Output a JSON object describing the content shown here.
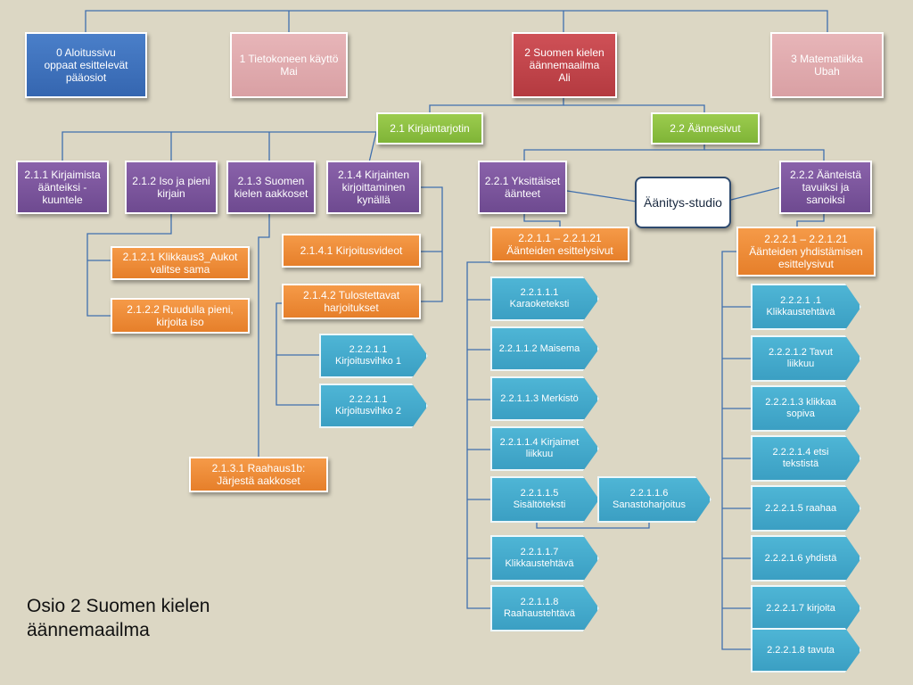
{
  "caption": {
    "line1": "Osio 2 Suomen kielen",
    "line2": "äännemaailma"
  },
  "top": {
    "n0": {
      "id": "0 Aloitussivu",
      "text": "oppaat esittelevät pääosiot"
    },
    "n1": {
      "id": "1 Tietokoneen käyttö",
      "text": "Mai"
    },
    "n2": {
      "id": "2  Suomen kielen äännemaailma",
      "text": "Ali"
    },
    "n3": {
      "id": "3 Matematiikka",
      "text": "Ubah"
    }
  },
  "level2": {
    "n21": "2.1 Kirjaintarjotin",
    "n22": "2.2 Äännesivut"
  },
  "level3": {
    "n211": "2.1.1 Kirjaimista äänteiksi - kuuntele",
    "n212": "2.1.2 Iso ja pieni kirjain",
    "n213": "2.1.3 Suomen kielen aakkoset",
    "n214": "2.1.4 Kirjainten kirjoittaminen kynällä",
    "n221": "2.2.1 Yksittäiset äänteet",
    "n222": "2.2.2 Äänteistä tavuiksi ja sanoiksi"
  },
  "studio": "Äänitys-studio",
  "orange": {
    "n2121": "2.1.2.1 Klikkaus3_Aukot valitse sama",
    "n2122": "2.1.2.2 Ruudulla pieni, kirjoita iso",
    "n2141": "2.1.4.1 Kirjoitusvideot",
    "n2142": "2.1.4.2 Tulostettavat harjoitukset",
    "n2131": "2.1.3.1 Raahaus1b: Järjestä aakkoset",
    "n2211": "2.2.1.1 – 2.2.1.21 Äänteiden esittelysivut",
    "n2221": "2.2.2.1 – 2.2.1.21 Äänteiden yhdistämisen esittelysivut"
  },
  "blue_left": {
    "a1": {
      "id": "2.2.2.1.1",
      "text": "Kirjoitusvihko 1"
    },
    "a2": {
      "id": "2.2.2.1.1",
      "text": "Kirjoitusvihko 2"
    }
  },
  "blue_mid": {
    "b1": {
      "id": "2.2.1.1.1",
      "text": "Karaoketeksti"
    },
    "b2": {
      "id": "2.2.1.1.2 Maisema",
      "text": ""
    },
    "b3": {
      "id": "2.2.1.1.3 Merkistö",
      "text": ""
    },
    "b4": {
      "id": "2.2.1.1.4 Kirjaimet",
      "text": "liikkuu"
    },
    "b5": {
      "id": "2.2.1.1.5",
      "text": "Sisältöteksti"
    },
    "b6": {
      "id": "2.2.1.1.6",
      "text": "Sanastoharjoitus"
    },
    "b7": {
      "id": "2.2.1.1.7",
      "text": "Klikkaustehtävä"
    },
    "b8": {
      "id": "2.2.1.1.8",
      "text": "Raahaustehtävä"
    }
  },
  "blue_right": {
    "c1": {
      "id": "2.2.2.1 .1",
      "text": "Klikkaustehtävä"
    },
    "c2": {
      "id": "2.2.2.1.2  Tavut",
      "text": "liikkuu"
    },
    "c3": {
      "id": "2.2.2.1.3  klikkaa",
      "text": "sopiva"
    },
    "c4": {
      "id": "2.2.2.1.4  etsi",
      "text": "tekstistä"
    },
    "c5": {
      "id": "2.2.2.1.5  raahaa",
      "text": ""
    },
    "c6": {
      "id": "2.2.2.1.6  yhdistä",
      "text": ""
    },
    "c7": {
      "id": "2.2.2.1.7  kirjoita",
      "text": ""
    },
    "c8": {
      "id": "2.2.2.1.8  tavuta",
      "text": ""
    }
  },
  "colors": {
    "line": "#3f6fae",
    "background": "#dcd7c4",
    "blue": "#3a70bd",
    "pink": "#e2acb0",
    "red": "#c2454b",
    "green": "#8cc043",
    "purple": "#7c56a0",
    "orange": "#ef8c3a",
    "cyan": "#45abcc"
  }
}
